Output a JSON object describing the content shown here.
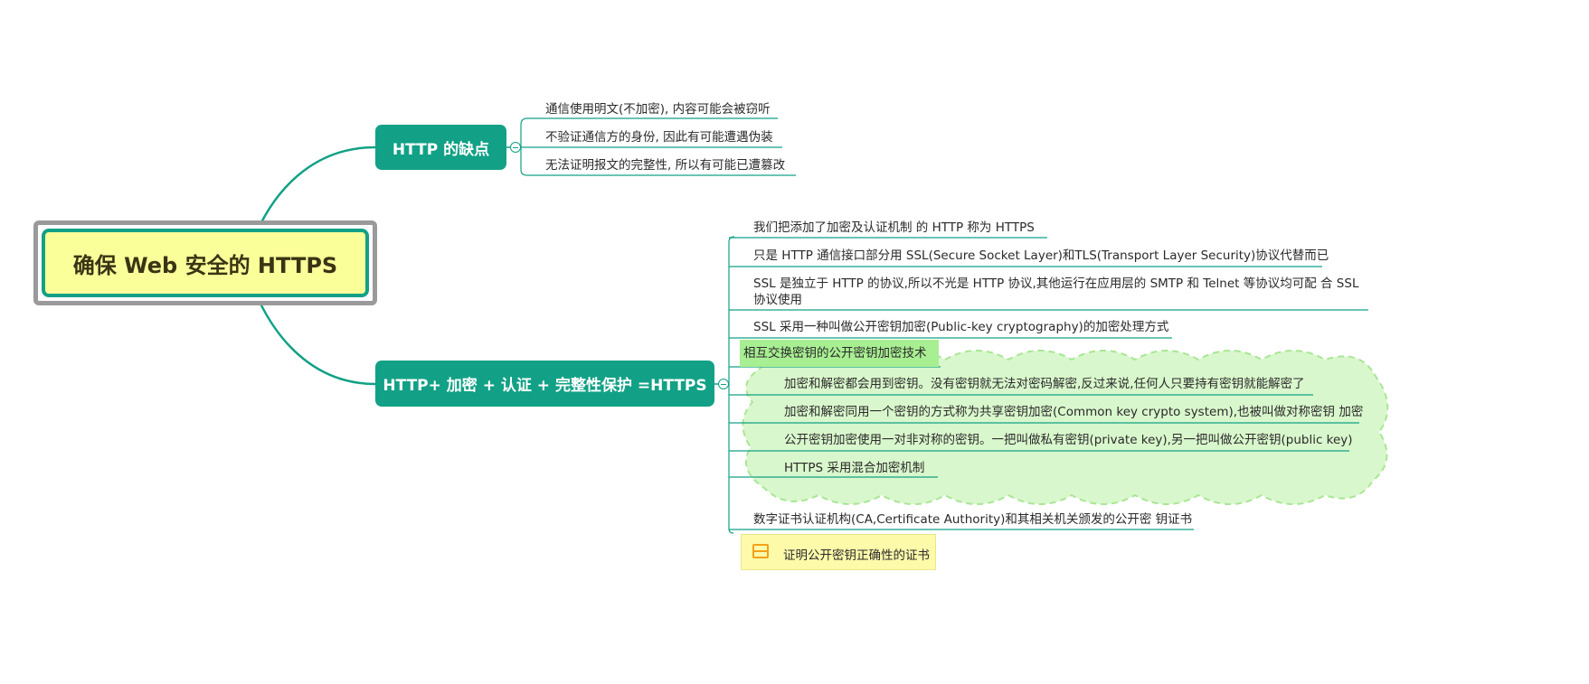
{
  "root": {
    "title": "确保 Web 安全的 HTTPS"
  },
  "branches": [
    {
      "label": "HTTP 的缺点",
      "children": [
        "通信使用明文(不加密), 内容可能会被窃听",
        "不验证通信方的身份, 因此有可能遭遇伪装",
        "无法证明报文的完整性, 所以有可能已遭篡改"
      ]
    },
    {
      "label": "HTTP+ 加密 + 认证 + 完整性保护 =HTTPS",
      "children": [
        "我们把添加了加密及认证机制 的 HTTP 称为 HTTPS",
        "只是 HTTP 通信接口部分用 SSL(Secure Socket Layer)和TLS(Transport Layer Security)协议代替而已",
        "SSL 是独立于 HTTP 的协议,所以不光是 HTTP 协议,其他运行在应用层的 SMTP 和 Telnet 等协议均可配 合 SSL 协议使用",
        "SSL 采用一种叫做公开密钥加密(Public-key cryptography)的加密处理方式",
        "数字证书认证机构(CA,Certificate Authority)和其相关机关颁发的公开密 钥证书"
      ],
      "summary": {
        "label": "相互交换密钥的公开密钥加密技术",
        "items": [
          "加密和解密都会用到密钥。没有密钥就无法对密码解密,反过来说,任何人只要持有密钥就能解密了",
          "加密和解密同用一个密钥的方式称为共享密钥加密(Common key crypto system),也被叫做对称密钥 加密",
          "公开密钥加密使用一对非对称的密钥。一把叫做私有密钥(private key),另一把叫做公开密钥(public key)",
          "HTTPS 采用混合加密机制"
        ]
      },
      "note": {
        "icon": "note-icon",
        "text": "证明公开密钥正确性的证书"
      }
    }
  ],
  "colors": {
    "branch": "#12a186",
    "root_fill": "#fbff9a",
    "cloud_fill": "#d9f7cc",
    "cloud_stroke": "#a9e696",
    "summary_fill": "#a8ee92",
    "note_fill": "#fdfaaa"
  }
}
